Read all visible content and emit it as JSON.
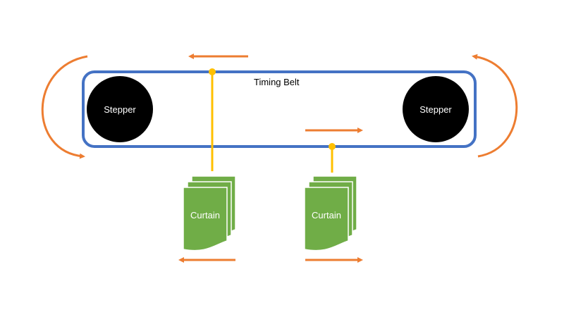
{
  "diagram": {
    "belt_label": "Timing Belt",
    "stepper_left_label": "Stepper",
    "stepper_right_label": "Stepper",
    "curtain_left_label": "Curtain",
    "curtain_right_label": "Curtain"
  },
  "colors": {
    "belt": "#4472c4",
    "stepper": "#000000",
    "stepper_text": "#ffffff",
    "arrow": "#ed7d31",
    "rod": "#ffc000",
    "curtain": "#70ad47",
    "curtain_stroke": "#ffffff",
    "text": "#000000"
  }
}
